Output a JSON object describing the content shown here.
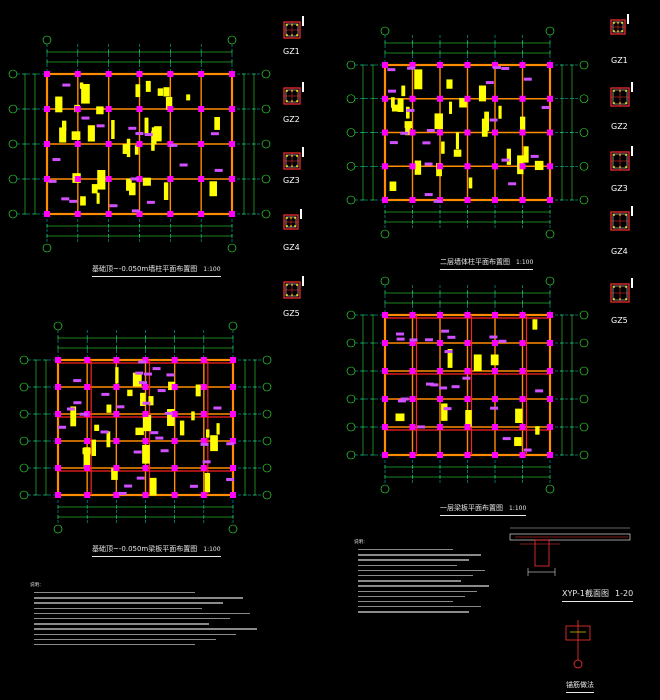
{
  "titles": {
    "plan1": "基础顶~-0.050m墙柱平面布置图",
    "plan1_scale": "1:100",
    "plan2": "基础顶~-0.050m梁板平面布置图",
    "plan2_scale": "1:100",
    "plan3": "二层墙体柱平面布置图",
    "plan3_scale": "1:100",
    "plan4": "一层梁板平面布置图",
    "plan4_scale": "1:100",
    "section": "XYP-1截面图",
    "section_scale": "1-20",
    "detail": "锚筋做法"
  },
  "column_labels_left": [
    "GZ1",
    "GZ2",
    "GZ3",
    "GZ4",
    "GZ5"
  ],
  "column_labels_right": [
    "GZ1",
    "GZ2",
    "GZ3",
    "GZ4",
    "GZ5"
  ],
  "notes_left_heading": "说明：",
  "notes_right_heading": "说明：",
  "colors": {
    "wall": "#ff8c00",
    "axis": "#00d8d8",
    "dim": "#3cff3c",
    "beam": "#ff2020",
    "column": "#ff00ff",
    "rebar": "#ffff00"
  }
}
